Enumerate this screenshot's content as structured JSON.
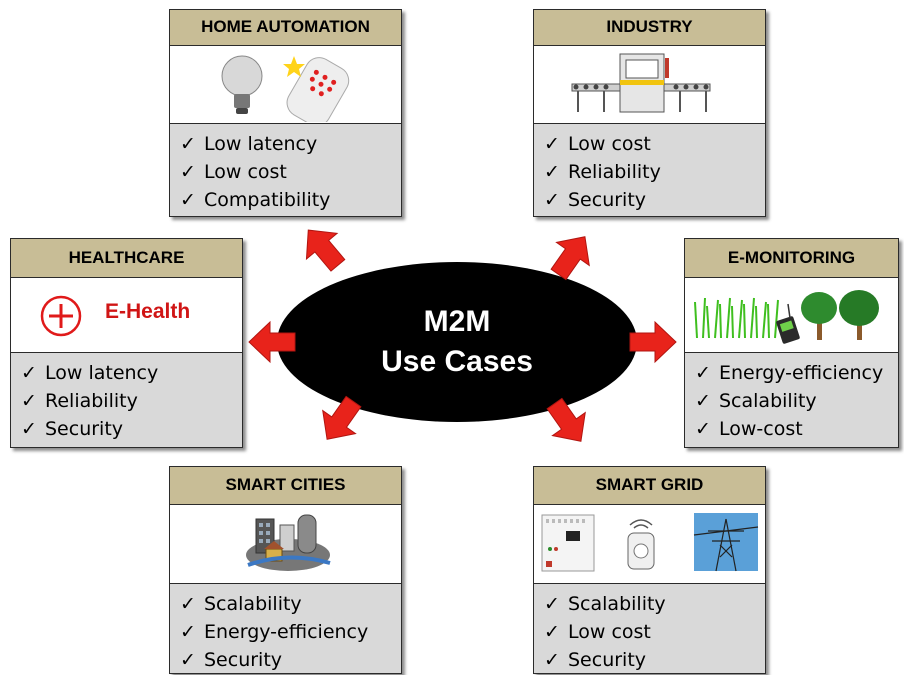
{
  "center": {
    "line1": "M2M",
    "line2": "Use Cases"
  },
  "cards": {
    "home": {
      "title": "HOME AUTOMATION",
      "items": [
        "Low latency",
        "Low cost",
        "Compatibility"
      ]
    },
    "industry": {
      "title": "INDUSTRY",
      "items": [
        "Low cost",
        "Reliability",
        "Security"
      ]
    },
    "healthcare": {
      "title": "HEALTHCARE",
      "badge": "E-Health",
      "items": [
        "Low latency",
        "Reliability",
        "Security"
      ]
    },
    "emonitoring": {
      "title": "E-MONITORING",
      "items": [
        "Energy-efficiency",
        "Scalability",
        "Low-cost"
      ]
    },
    "smartcities": {
      "title": "SMART CITIES",
      "items": [
        "Scalability",
        "Energy-efficiency",
        "Security"
      ]
    },
    "smartgrid": {
      "title": "SMART GRID",
      "items": [
        "Scalability",
        "Low cost",
        "Security"
      ]
    }
  },
  "check_glyph": "✓",
  "colors": {
    "header": "#c8bd96",
    "body": "#d9d9d9",
    "arrow": "#e8231b",
    "ellipse": "#000000"
  }
}
